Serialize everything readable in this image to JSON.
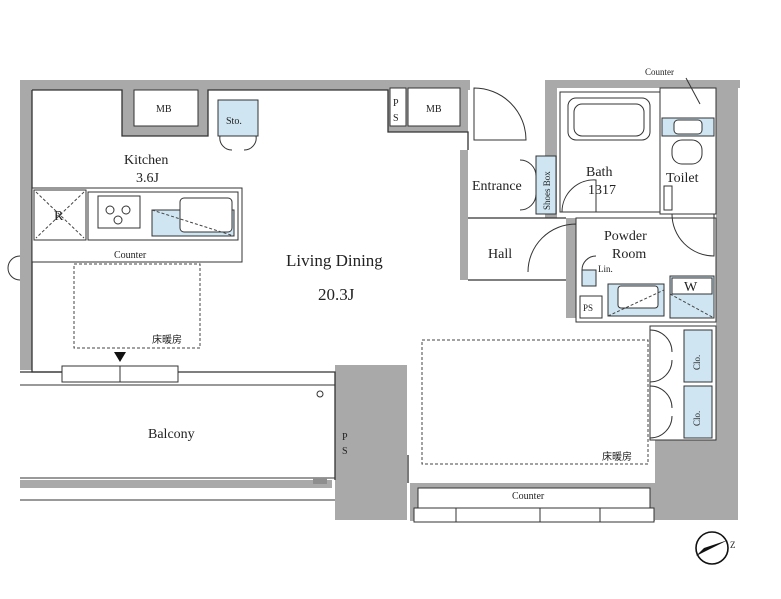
{
  "labels": {
    "kitchen": "Kitchen",
    "kitchen_size": "3.6J",
    "mb_left": "MB",
    "mb_right": "MB",
    "storage": "Sto.",
    "ps_top": "P",
    "ps_top2": "S",
    "ps_balcony": "P",
    "ps_balcony2": "S",
    "ps_powder": "PS",
    "fridge": "R",
    "counter_kitchen": "Counter",
    "living_dining": "Living Dining",
    "living_size": "20.3J",
    "floor_heating_1": "床暖房",
    "floor_heating_2": "床暖房",
    "balcony": "Balcony",
    "entrance": "Entrance",
    "shoes_box": "Shoes Box",
    "bath": "Bath",
    "bath_size": "1317",
    "toilet": "Toilet",
    "counter_toilet": "Counter",
    "hall": "Hall",
    "powder_room_1": "Powder",
    "powder_room_2": "Room",
    "linen": "Lin.",
    "washer": "W",
    "closet_1": "Clo.",
    "closet_2": "Clo.",
    "counter_bottom": "Counter"
  },
  "colors": {
    "wall": "#a9a9a9",
    "fixture_blue": "#cfe6f2"
  },
  "icons": {
    "compass": "north-arrow-icon",
    "entry_marker": "triangle-down-icon"
  }
}
